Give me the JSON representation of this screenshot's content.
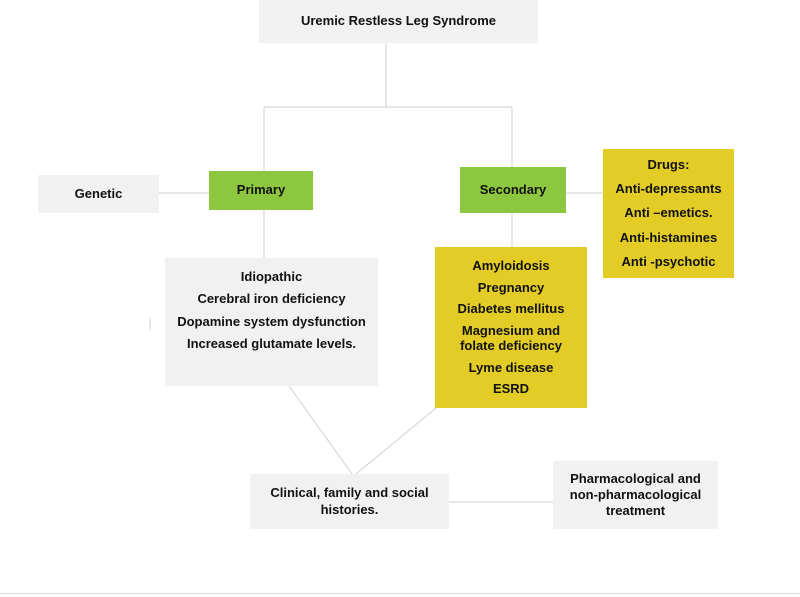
{
  "diagram": {
    "root": {
      "title": "Uremic Restless Leg Syndrome"
    },
    "genetic": {
      "label": "Genetic"
    },
    "primary": {
      "label": "Primary"
    },
    "secondary": {
      "label": "Secondary"
    },
    "drugs": {
      "lines": [
        "Drugs:",
        "Anti-depressants",
        "Anti –emetics.",
        "Anti-histamines",
        "Anti -psychotic"
      ]
    },
    "primary_causes": {
      "lines": [
        "Idiopathic",
        "Cerebral iron deficiency",
        "Dopamine system dysfunction",
        "Increased glutamate levels."
      ]
    },
    "secondary_causes": {
      "lines": [
        "Amyloidosis",
        "Pregnancy",
        "Diabetes mellitus",
        "Magnesium and",
        "folate deficiency",
        "Lyme disease",
        "ESRD"
      ]
    },
    "histories": {
      "lines": [
        "Clinical, family and social",
        "histories."
      ]
    },
    "treatment": {
      "lines": [
        "Pharmacological and",
        "non-pharmacological",
        "treatment"
      ]
    },
    "colors": {
      "gray_box": "#f1f1f1",
      "green_box": "#8dc63f",
      "yellow_box": "#e3cc26",
      "connector": "#cfcfcf"
    }
  }
}
